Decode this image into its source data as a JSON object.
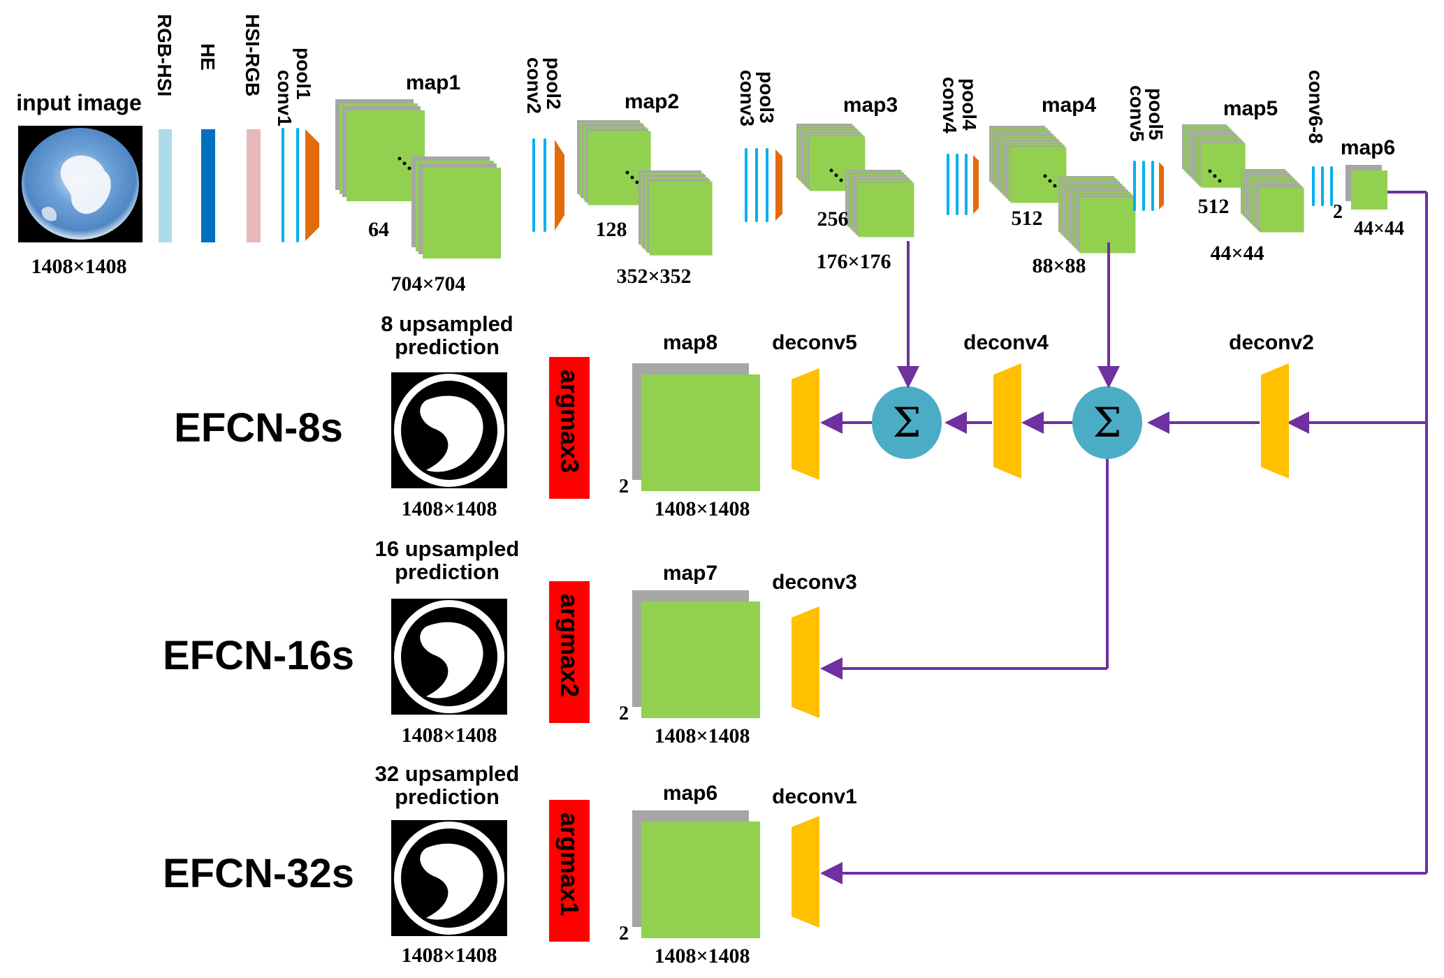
{
  "colors": {
    "feature_map": "#92D050",
    "feature_map_back": "#A6A6A6",
    "rgb_hsi": "#ADDCE8",
    "he": "#0070C0",
    "hsi_rgb": "#E6B8B7",
    "conv": "#00B0F0",
    "pool": "#E36C0A",
    "deconv": "#FFC000",
    "sum_node": "#4BACC6",
    "arrow": "#7030A0",
    "argmax": "#FF0000"
  },
  "input": {
    "label": "input image",
    "size": "1408×1408"
  },
  "preprocess": [
    {
      "label": "RGB-HSI"
    },
    {
      "label": "HE"
    },
    {
      "label": "HSI-RGB"
    }
  ],
  "encoder": {
    "blocks": [
      {
        "conv": "conv1",
        "pool": "pool1",
        "map": "map1",
        "channels": "64",
        "size": "704×704"
      },
      {
        "conv": "conv2",
        "pool": "pool2",
        "map": "map2",
        "channels": "128",
        "size": "352×352"
      },
      {
        "conv": "conv3",
        "pool": "pool3",
        "map": "map3",
        "channels": "256",
        "size": "176×176"
      },
      {
        "conv": "conv4",
        "pool": "pool4",
        "map": "map4",
        "channels": "512",
        "size": "88×88"
      },
      {
        "conv": "conv5",
        "pool": "pool5",
        "map": "map5",
        "channels": "512",
        "size": "44×44"
      }
    ],
    "final": {
      "conv": "conv6-8",
      "map": "map6",
      "channels": "2",
      "size": "44×44"
    }
  },
  "decoder": {
    "deconvs": [
      "deconv1",
      "deconv2",
      "deconv3",
      "deconv4",
      "deconv5"
    ],
    "sum_symbol": "Σ"
  },
  "rows": [
    {
      "model": "EFCN-8s",
      "prediction_title_line1": "8 upsampled",
      "prediction_title_line2": "prediction",
      "prediction_size": "1408×1408",
      "argmax": "argmax3",
      "map": "map8",
      "map_channels": "2",
      "map_size": "1408×1408",
      "deconv": "deconv5"
    },
    {
      "model": "EFCN-16s",
      "prediction_title_line1": "16 upsampled",
      "prediction_title_line2": "prediction",
      "prediction_size": "1408×1408",
      "argmax": "argmax2",
      "map": "map7",
      "map_channels": "2",
      "map_size": "1408×1408",
      "deconv": "deconv3"
    },
    {
      "model": "EFCN-32s",
      "prediction_title_line1": "32 upsampled",
      "prediction_title_line2": "prediction",
      "prediction_size": "1408×1408",
      "argmax": "argmax1",
      "map": "map6",
      "map_channels": "2",
      "map_size": "1408×1408",
      "deconv": "deconv1"
    }
  ]
}
